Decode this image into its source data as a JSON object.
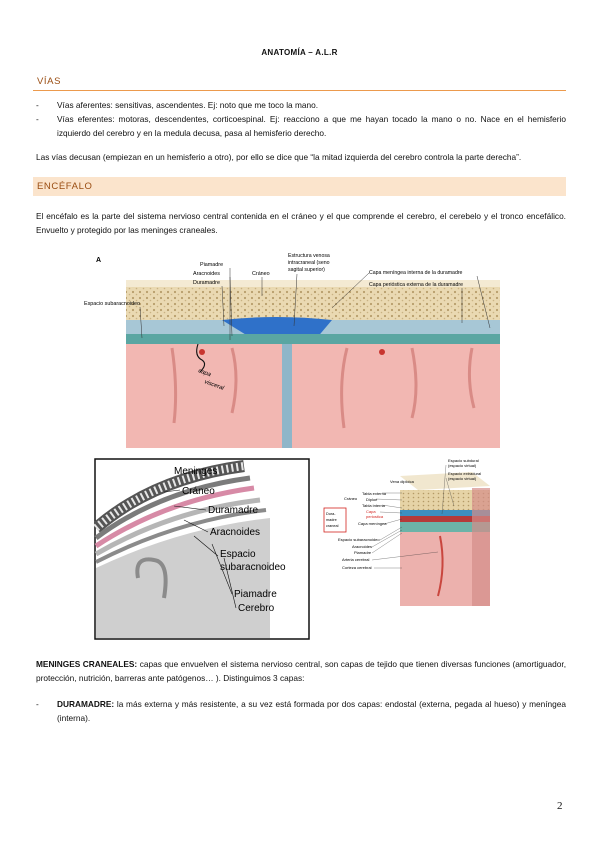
{
  "header": {
    "title": "ANATOMÍA – A.L.R"
  },
  "sections": {
    "vias": {
      "heading": "VÍAS",
      "bullets": [
        {
          "dash": "-",
          "text": "Vías aferentes: sensitivas, ascendentes. Ej: noto que me toco la mano."
        },
        {
          "dash": "-",
          "text": "Vías eferentes: motoras, descendentes, corticoespinal. Ej: reacciono a que me hayan tocado la mano o no. Nace en el hemisferio izquierdo del cerebro y en la medula decusa, pasa al hemisferio derecho."
        }
      ],
      "paragraph": "Las vías decusan (empiezan en un hemisferio a otro), por ello se dice que “la mitad izquierda del cerebro controla la parte derecha”."
    },
    "encefalo": {
      "heading": "ENCÉFALO",
      "paragraph": "El encéfalo es la parte del sistema nervioso central contenida en el cráneo y el que comprende el cerebro, el cerebelo y el tronco encefálico. Envuelto y protegido por las meninges craneales."
    }
  },
  "figure_a": {
    "panel_letter": "A",
    "labels": {
      "piamadre": "Piamadre",
      "aracnoides": "Aracnoides",
      "duramadre": "Duramadre",
      "espacio_subaracnoideo": "Espacio subaracnoideo",
      "craneo": "Cráneo",
      "estructura_venosa": [
        "Estructura venosa",
        "intracraneal (seno",
        "sagital superior)"
      ],
      "capa_meningea": "Capa meníngea interna de la duramadre",
      "capa_periostica": "Capa perióstica externa de la duramadre"
    },
    "handwriting": [
      "capa",
      "visceral"
    ]
  },
  "figure_meninges": {
    "labels": {
      "meninges": "Meninges",
      "craneo": "Cráneo",
      "duramadre": "Duramadre",
      "aracnoides": "Aracnoides",
      "espacio": [
        "Espacio",
        "subaracnoideo"
      ],
      "piamadre": "Piamadre",
      "cerebro": "Cerebro"
    }
  },
  "figure_block": {
    "labels": {
      "espacio_subdural": [
        "Espacio subdural",
        "(espacio virtual)"
      ],
      "espacio_extradural": [
        "Espacio extradural",
        "(espacio virtual)"
      ],
      "vena_diploica": "Vena diploica",
      "craneo": "Cráneo",
      "tabla_externa": "Tabla externa",
      "diploe": "Diploe",
      "tabla_interna": "Tabla interna",
      "capa_periostica": [
        "Capa",
        "periostica"
      ],
      "capa_meningea": "Capa meníngea",
      "duramadre": [
        "Dura-",
        "madre",
        "craneal"
      ],
      "espacio_subaracnoideo": "Espacio subaracnoideo",
      "aracnoides": "Aracnoides",
      "piamadre": "Piamadre",
      "arteria_cerebral": "Arteria cerebral",
      "corteza_cerebral": "Corteza cerebral"
    }
  },
  "meninges_paragraph": {
    "bold": "MENINGES CRANEALES:",
    "text": " capas que envuelven el sistema nervioso central, son capas de tejido que tienen diversas funciones (amortiguador, protección, nutrición, barreras ante patógenos… ). Distinguimos 3 capas:"
  },
  "duramadre_bullet": {
    "dash": "-",
    "bold": "DURAMADRE:",
    "text": " la más externa y más resistente, a su vez está formada por dos capas: endostal (externa, pegada al hueso) y meníngea (interna)."
  },
  "page_number": "2",
  "colors": {
    "accent": "#ec9a4d",
    "heading_text": "#9a4d12",
    "heading_fill": "#fbe4cc",
    "cortex": "#f2b7b2",
    "dura": "#8fb6c9",
    "venous_sinus": "#2f71c9",
    "bone": "#e7d9b8"
  }
}
